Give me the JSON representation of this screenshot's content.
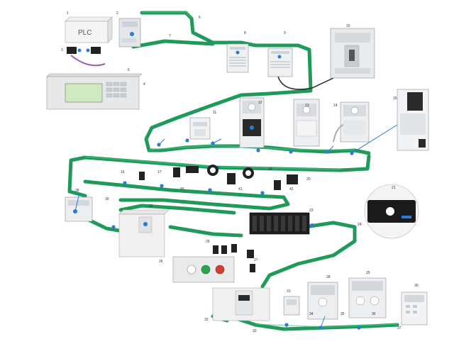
{
  "plc_label": "PLC",
  "callouts": {
    "n1": "1",
    "n2": "2",
    "n3": "3",
    "n4": "4",
    "n5": "5",
    "n6": "6",
    "n7": "7",
    "n8": "8",
    "n9": "9",
    "n10": "10",
    "n11": "11",
    "n12": "12",
    "n13": "13",
    "n14": "14",
    "n15": "15",
    "n16": "16",
    "n17": "17",
    "n18": "18",
    "n19": "19",
    "n20": "20",
    "n21": "21",
    "n22": "22",
    "n23": "23",
    "n24": "24",
    "n25": "25",
    "n26": "26",
    "n27": "27",
    "n28": "28",
    "n29": "29",
    "n30": "30",
    "n31": "31",
    "n32": "32",
    "n33": "33",
    "n34": "34",
    "n35": "35",
    "n36": "36",
    "n37": "37",
    "n38": "38",
    "n39": "39",
    "n40": "40",
    "n41": "41",
    "n42": "42"
  },
  "colors": {
    "cable": "#1f9a5b",
    "cable_dark": "#0f6a3b",
    "connector": "#2b7bd6",
    "device_body": "#e4e7ea",
    "device_edge": "#8a9096",
    "dark_device": "#2a2a2a",
    "lcd": "#cfe9c0",
    "signal_cable": "#9b59b6"
  }
}
